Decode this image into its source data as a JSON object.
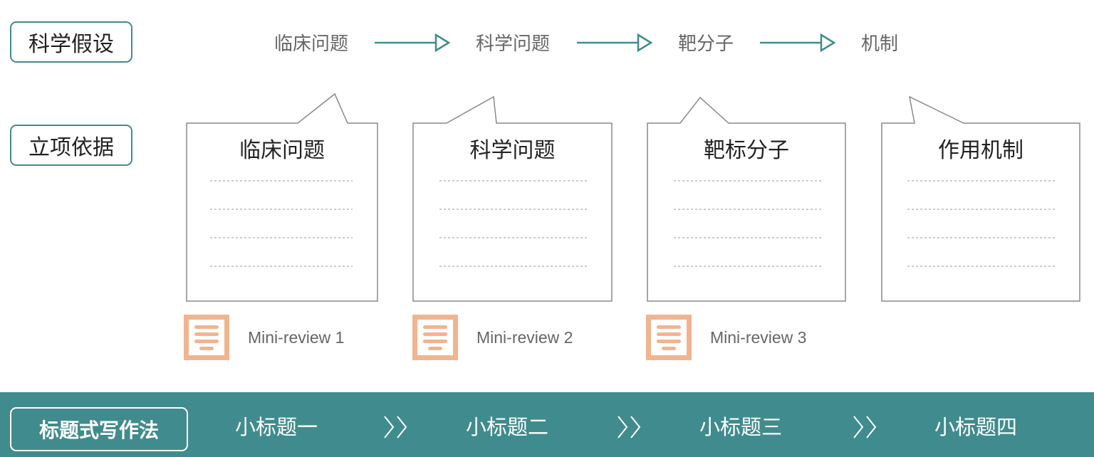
{
  "rows": {
    "hypothesis_label": "科学假设",
    "basis_label": "立项依据"
  },
  "flow": [
    {
      "label": "临床问题"
    },
    {
      "label": "科学问题"
    },
    {
      "label": "靶分子"
    },
    {
      "label": "机制"
    }
  ],
  "cards": [
    {
      "title": "临床问题"
    },
    {
      "title": "科学问题"
    },
    {
      "title": "靶标分子"
    },
    {
      "title": "作用机制"
    }
  ],
  "reviews": [
    {
      "label": "Mini-review 1"
    },
    {
      "label": "Mini-review 2"
    },
    {
      "label": "Mini-review 3"
    }
  ],
  "band": {
    "label": "标题式写作法",
    "items": [
      {
        "label": "小标题一"
      },
      {
        "label": "小标题二"
      },
      {
        "label": "小标题三"
      },
      {
        "label": "小标题四"
      }
    ]
  },
  "colors": {
    "teal": "#408b8d",
    "review_icon": "#f2b48f",
    "card_border": "#8a8a8a"
  },
  "icons": {
    "flow_arrow": "arrow-right-icon",
    "review": "document-icon",
    "band_separator": "double-chevron-right-icon"
  }
}
